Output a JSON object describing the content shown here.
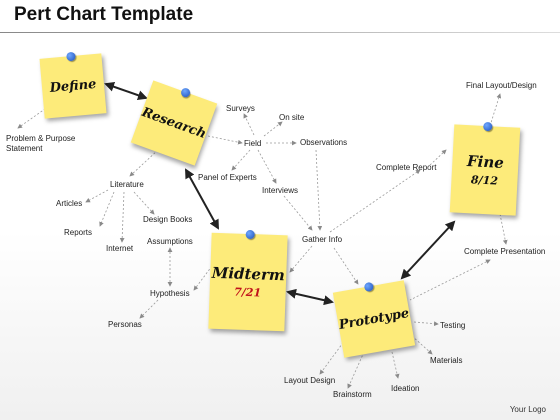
{
  "title": "Pert Chart Template",
  "notes": {
    "define": {
      "title": "Define"
    },
    "research": {
      "title": "Research"
    },
    "midterm": {
      "title": "Midterm",
      "date": "7/21"
    },
    "prototype": {
      "title": "Prototype"
    },
    "fine": {
      "title": "Fine",
      "date": "8/12"
    }
  },
  "labels": {
    "problem": "Problem & Purpose\nStatement",
    "surveys": "Surveys",
    "onsite": "On site",
    "field": "Field",
    "observations": "Observations",
    "panel": "Panel of Experts",
    "interviews": "Interviews",
    "literature": "Literature",
    "articles": "Articles",
    "reports": "Reports",
    "internet": "Internet",
    "designbooks": "Design Books",
    "assumptions": "Assumptions",
    "hypothesis": "Hypothesis",
    "personas": "Personas",
    "gatherinfo": "Gather Info",
    "completereport": "Complete Report",
    "finallayout": "Final Layout/Design",
    "completepresentation": "Complete Presentation",
    "testing": "Testing",
    "materials": "Materials",
    "ideation": "Ideation",
    "brainstorm": "Brainstorm",
    "layoutdesign": "Layout Design"
  },
  "colors": {
    "note": "#fdeb7a",
    "date_red": "#c0121b",
    "date_black": "#111111",
    "pin": "#2a64d6"
  },
  "footer": "Your Logo"
}
